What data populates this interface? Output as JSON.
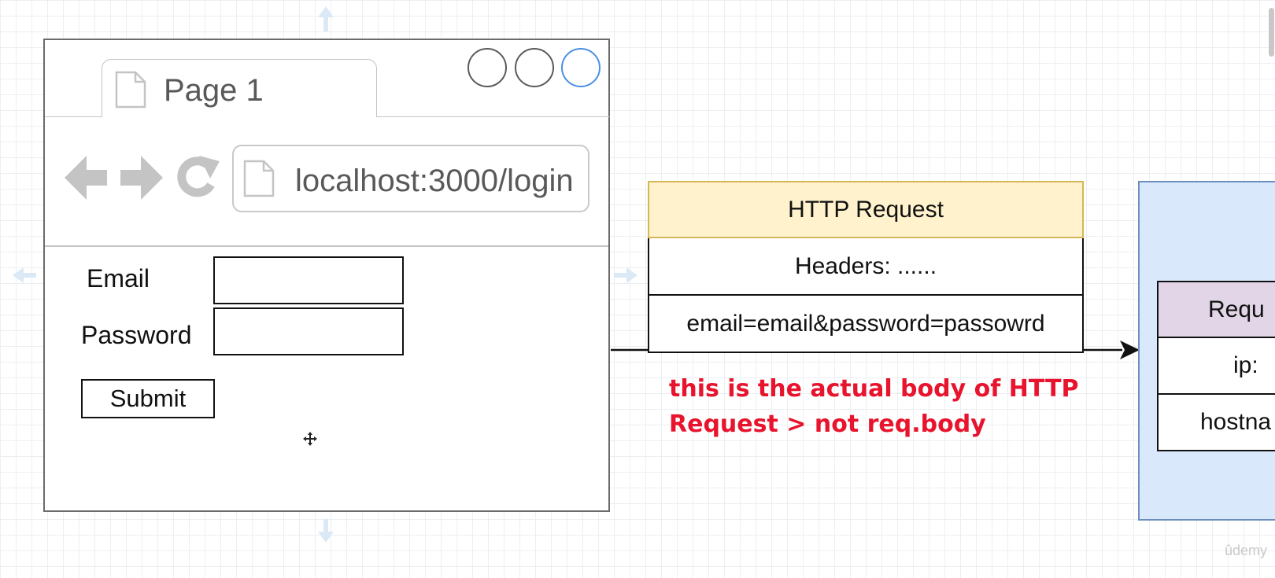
{
  "browser": {
    "tab_label": "Page 1",
    "address": "localhost:3000/login",
    "window_buttons": [
      "circle",
      "circle",
      "circle-blue"
    ],
    "nav_icons": [
      "back-arrow-icon",
      "forward-arrow-icon",
      "reload-icon"
    ],
    "form": {
      "email_label": "Email",
      "email_value": "",
      "password_label": "Password",
      "password_value": "",
      "submit_label": "Submit"
    }
  },
  "http_request": {
    "title": "HTTP Request",
    "headers": "Headers: ......",
    "body": "email=email&password=passowrd"
  },
  "annotation": {
    "line1": "this is the actual body of HTTP",
    "line2": "Request > not req.body"
  },
  "request_object": {
    "title": "Requ",
    "ip": "ip:",
    "hostname": "hostna"
  },
  "watermark": "ûdemy",
  "colors": {
    "http_header_fill": "#fff2cc",
    "http_header_border": "#d6b656",
    "container_fill": "#dae8fc",
    "container_border": "#6c8ebf",
    "request_header_fill": "#e1d5e7",
    "annotation_text": "#e8132c",
    "active_window_button": "#4a90e2"
  }
}
